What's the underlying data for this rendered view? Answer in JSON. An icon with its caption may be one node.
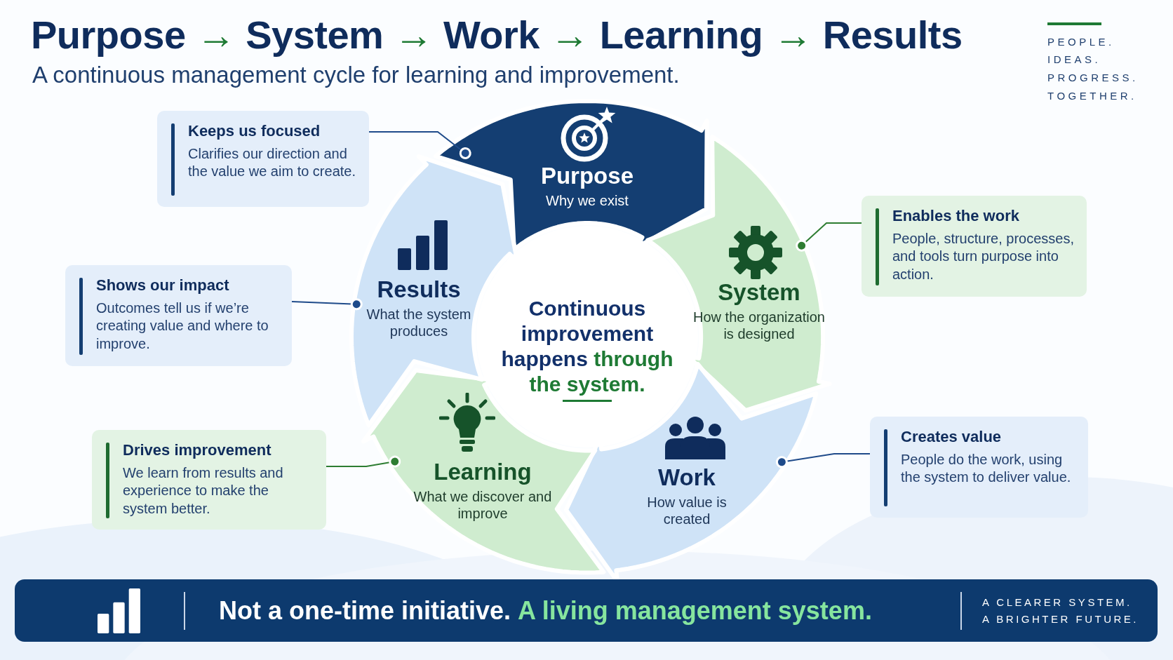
{
  "diagram": {
    "title": "Purpose **→** System **→** Work **→** Learning **→** Results",
    "nodes": [
      {
        "text": [
          "Purpose",
          "Why we exist"
        ]
      },
      {
        "text": [
          "System",
          "How the organization is designed"
        ]
      },
      {
        "text": [
          "Work",
          "How value is created"
        ]
      },
      {
        "text": [
          "Learning",
          "What we discover and improve"
        ]
      },
      {
        "text": [
          "Results",
          "What the system produces"
        ]
      },
      {
        "text": [
          "Continuous improvement happens **through the system.**"
        ]
      },
      {
        "text": [
          "Keeps us focused",
          "Clarifies our direction and the value we aim to create."
        ]
      },
      {
        "text": [
          "Enables the work",
          "People, structure, processes, and tools turn purpose into action."
        ]
      },
      {
        "text": [
          "Creates value",
          "People do the work, using the system to deliver value."
        ]
      },
      {
        "text": [
          "Drives improvement",
          "We learn from results and experience to make the system better."
        ]
      },
      {
        "text": [
          "Shows our impact",
          "Outcomes tell us if we’re creating value and where to improve."
        ]
      },
      {
        "text": [
          "Not a one-time initiative. **A living management system.**",
          "A CLEARER SYSTEM.",
          "A BRIGHTER FUTURE."
        ]
      }
    ],
    "edges": [
      {
        "from": 6,
        "to": 0,
        "arrow": "other"
      },
      {
        "from": 7,
        "to": 1,
        "arrow": "other",
        "color": "#2e7d32"
      },
      {
        "from": 8,
        "to": 2,
        "arrow": "other"
      },
      {
        "from": 9,
        "to": 3,
        "arrow": "other",
        "color": "#2e7d32"
      },
      {
        "from": 10,
        "to": 4,
        "arrow": "other"
      }
    ],
    "labels": [
      "A continuous management cycle for learning and improvement.",
      "PEOPLE.",
      "IDEAS.",
      "PROGRESS.",
      "TOGETHER."
    ]
  }
}
